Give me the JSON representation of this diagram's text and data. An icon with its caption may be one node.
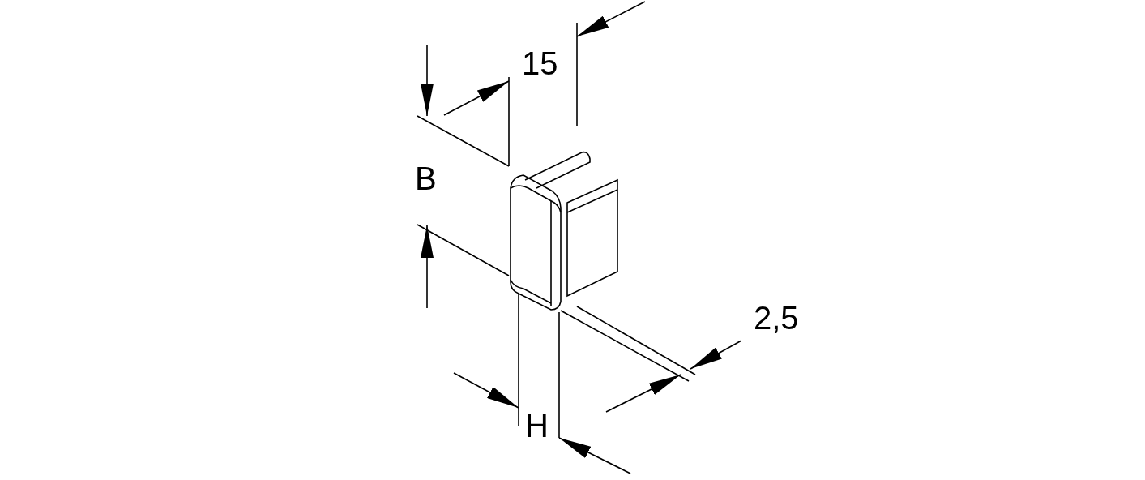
{
  "diagram": {
    "labels": [
      "15",
      "B",
      "2,5",
      "H"
    ]
  }
}
